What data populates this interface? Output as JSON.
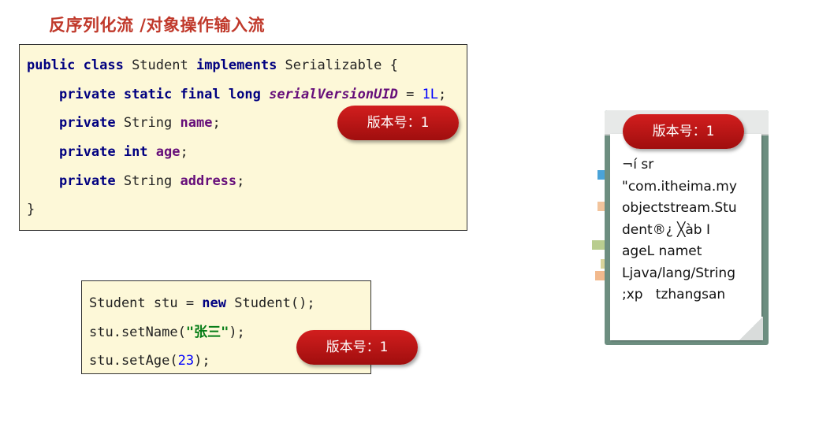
{
  "title": "反序列化流 /对象操作输入流",
  "class_code": {
    "line1": {
      "kw1": "public class",
      "t1": " Student ",
      "kw2": "implements",
      "t2": " Serializable {"
    },
    "line2": {
      "indent": "    ",
      "kw": "private static final long",
      "sp": " ",
      "const": "serialVersionUID",
      "eq": " = ",
      "num": "1L",
      "end": ";"
    },
    "line3": {
      "indent": "    ",
      "kw": "private",
      "type": " String ",
      "field": "name",
      "end": ";"
    },
    "line4": {
      "indent": "    ",
      "kw": "private int",
      "sp": " ",
      "field": "age",
      "end": ";"
    },
    "line5": {
      "indent": "    ",
      "kw": "private",
      "type": " String ",
      "field": "address",
      "end": ";"
    },
    "line6": "}"
  },
  "usage_code": {
    "line1": {
      "t1": "Student stu = ",
      "kw": "new",
      "t2": " Student();"
    },
    "line2": {
      "t1": "stu.setName(",
      "str": "\"张三\"",
      "t2": ");"
    },
    "line3": {
      "t1": "stu.setAge(",
      "num": "23",
      "t2": ");"
    }
  },
  "badges": {
    "class_version": "版本号：1",
    "usage_version": "版本号：1",
    "file_version": "版本号：1"
  },
  "serialized_file": {
    "lines": [
      "¬í sr",
      "\"com.itheima.my",
      "objectstream.Stu",
      "dent®¿ ╳àb I",
      "ageL namet",
      "Ljava/lang/String",
      ";xp   tzhangsan"
    ]
  },
  "colors": {
    "title": "#c0392b",
    "badge": "#c8191b",
    "code_bg": "#fdf8d8",
    "keyword": "#000080",
    "field": "#660e7a",
    "number": "#0000ff",
    "string": "#067d17",
    "notebook_cover": "#6d8e80"
  }
}
